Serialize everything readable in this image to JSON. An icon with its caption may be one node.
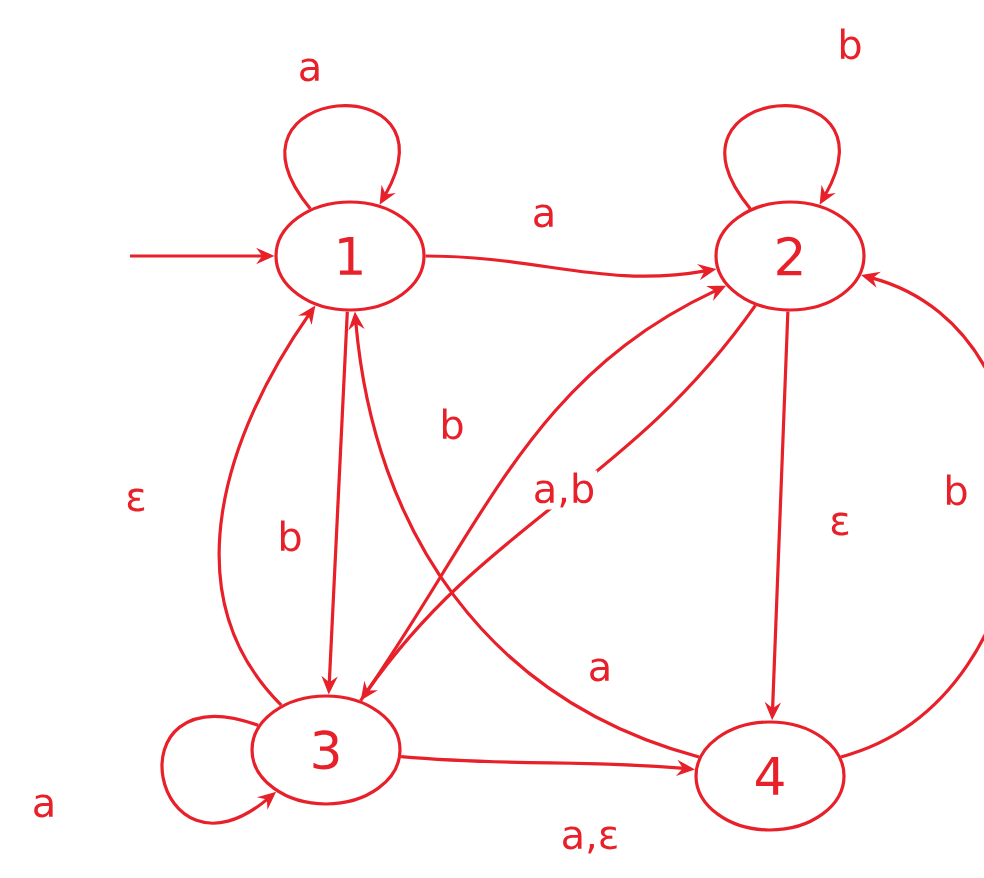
{
  "diagram": {
    "nodes": [
      {
        "text": [
          "1"
        ]
      },
      {
        "text": [
          "2"
        ]
      },
      {
        "text": [
          "3"
        ]
      },
      {
        "text": [
          "4"
        ]
      }
    ],
    "edges": [
      {
        "from": null,
        "to": 0,
        "arrow": "to"
      },
      {
        "from": 0,
        "to": 0,
        "arrow": "to",
        "label": "a"
      },
      {
        "from": 0,
        "to": 1,
        "arrow": "to",
        "label": "a"
      },
      {
        "from": 1,
        "to": 1,
        "arrow": "to",
        "label": "b"
      },
      {
        "from": 0,
        "to": 2,
        "arrow": "to",
        "label": "b"
      },
      {
        "from": 2,
        "to": 0,
        "arrow": "to",
        "label": "ε"
      },
      {
        "from": 2,
        "to": 1,
        "arrow": "to",
        "label": "b"
      },
      {
        "from": 1,
        "to": 2,
        "arrow": "to",
        "label": "a,b"
      },
      {
        "from": 3,
        "to": 0,
        "arrow": "to",
        "label": "a"
      },
      {
        "from": 1,
        "to": 3,
        "arrow": "to",
        "label": "ε"
      },
      {
        "from": 3,
        "to": 1,
        "arrow": "to",
        "label": "b"
      },
      {
        "from": 2,
        "to": 3,
        "arrow": "to",
        "label": "a,ε"
      },
      {
        "from": 2,
        "to": 2,
        "arrow": "to",
        "label": "a"
      }
    ]
  }
}
